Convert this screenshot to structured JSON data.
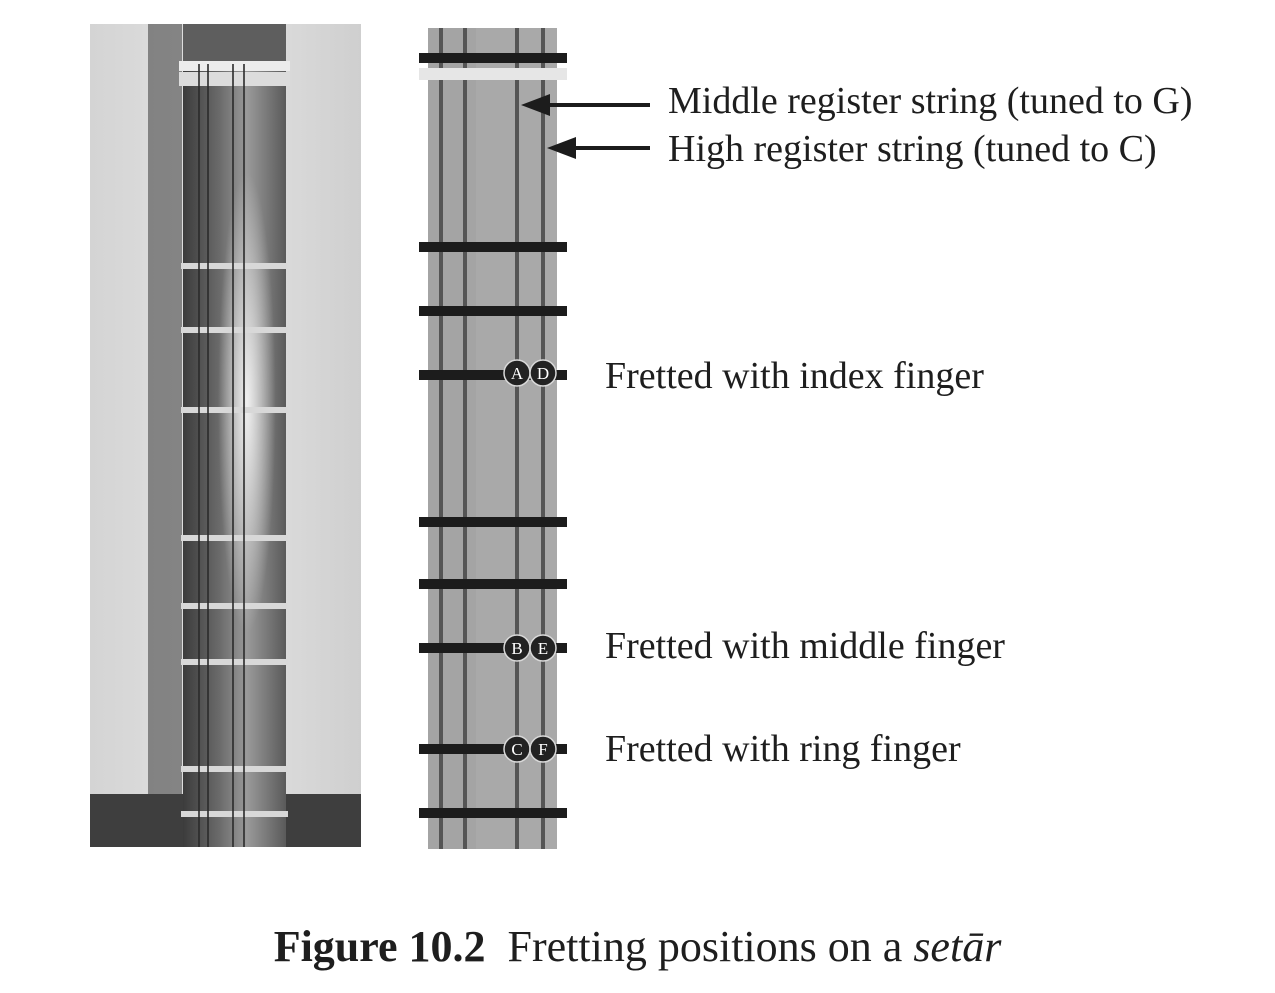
{
  "labels": {
    "middle_string": "Middle register string (tuned to G)",
    "high_string": "High register string (tuned to C)",
    "index_finger": "Fretted with index finger",
    "middle_finger": "Fretted with middle finger",
    "ring_finger": "Fretted with ring finger"
  },
  "finger_positions": {
    "index": [
      "A",
      "D"
    ],
    "middle": [
      "B",
      "E"
    ],
    "ring": [
      "C",
      "F"
    ]
  },
  "caption": {
    "figure_number": "Figure 10.2",
    "text": "Fretting positions on a ",
    "italic": "setār"
  },
  "colors": {
    "fingerboard": "#a9a9a9",
    "fret": "#1c1c1c",
    "string": "#555555",
    "nut": "#e6e6e6",
    "dot": "#222222"
  }
}
